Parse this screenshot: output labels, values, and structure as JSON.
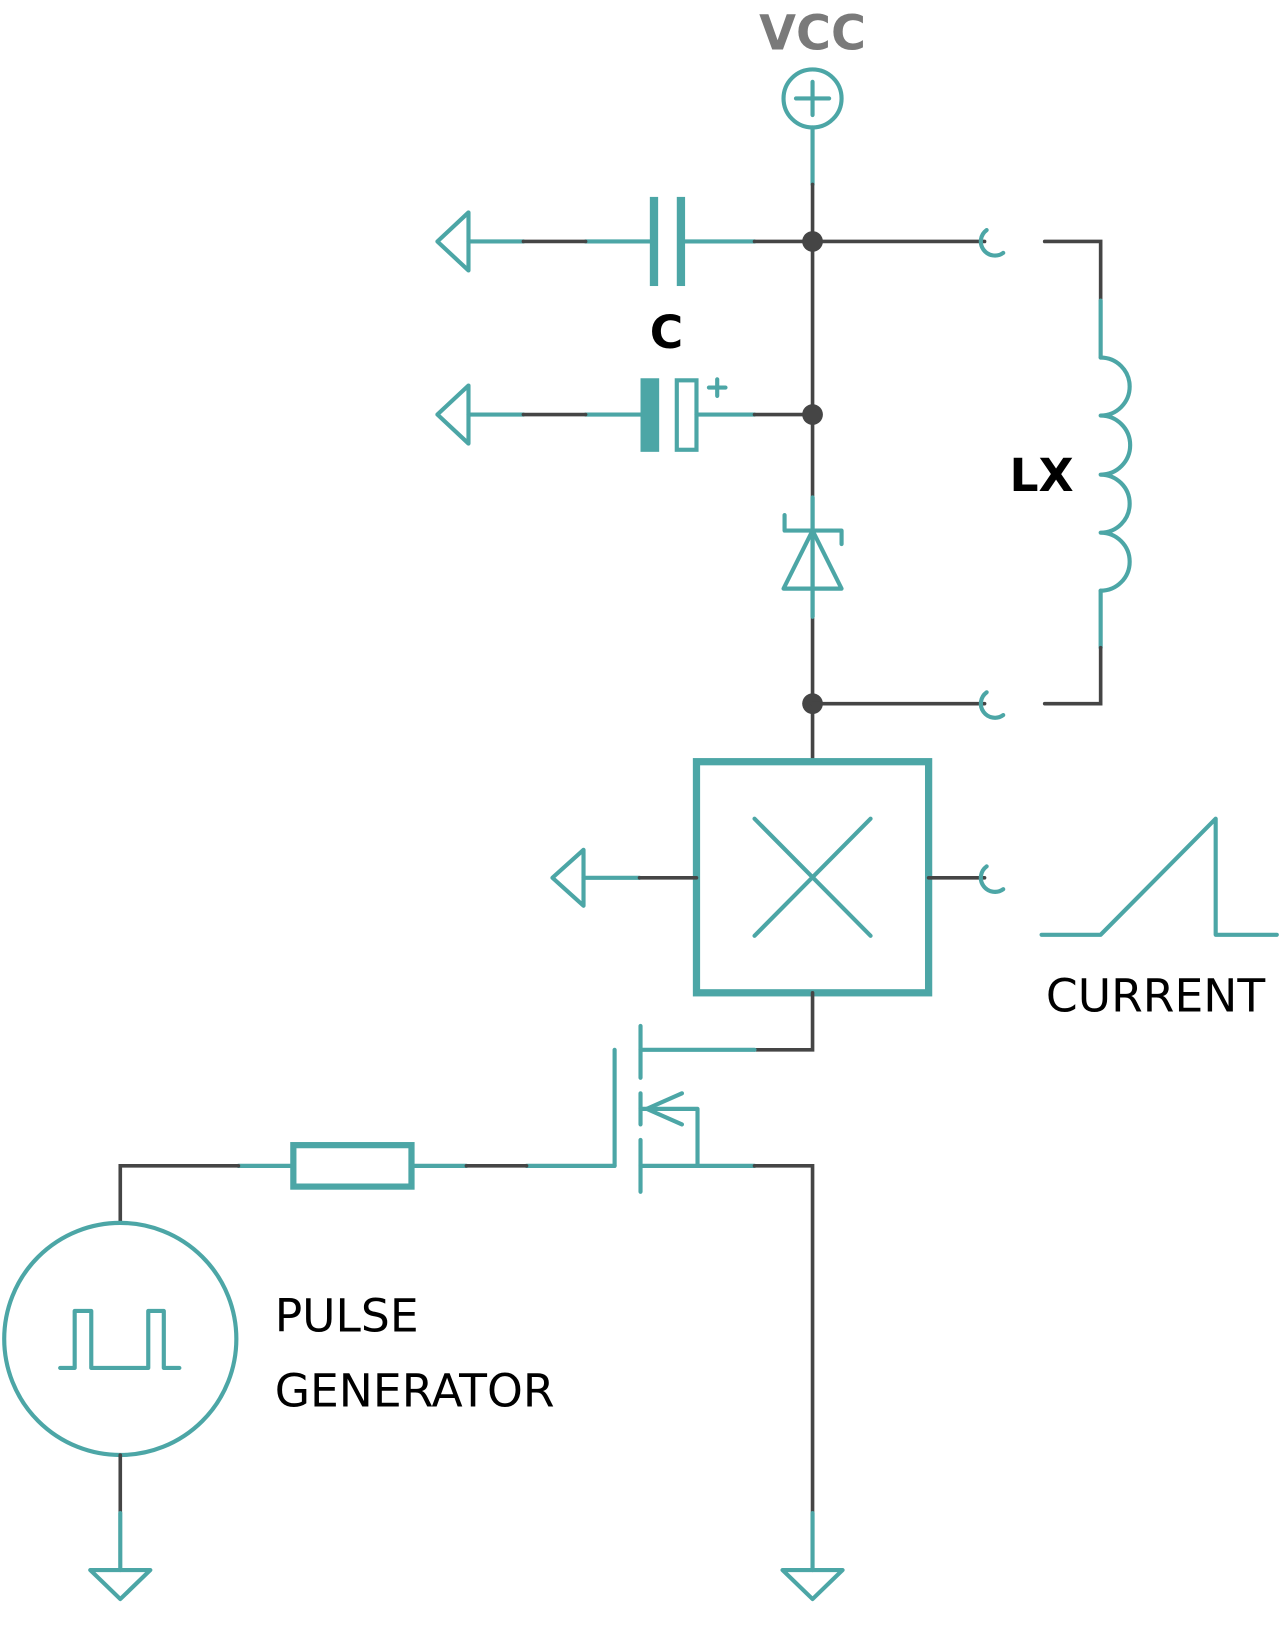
{
  "labels": {
    "vcc": "VCC",
    "capacitor": "C",
    "inductor": "LX",
    "current": "CURRENT",
    "pulse_line1": "PULSE",
    "pulse_line2": "GENERATOR"
  },
  "colors": {
    "component": "#4ca6a6",
    "wire": "#454545",
    "vcc_label": "#7a7a7a",
    "text": "#000000"
  },
  "components": [
    "vcc-source",
    "capacitor",
    "electrolytic-capacitor",
    "zener-diode",
    "inductor",
    "current-probe",
    "mosfet",
    "resistor",
    "pulse-generator",
    "ground"
  ]
}
